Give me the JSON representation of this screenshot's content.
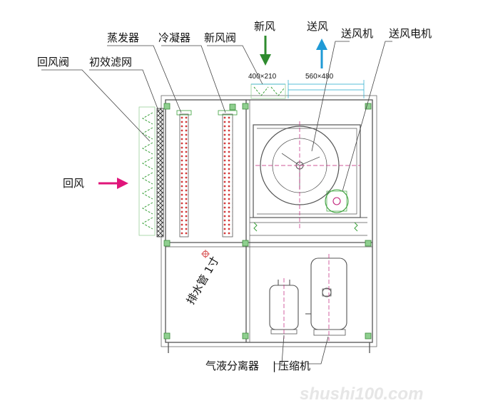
{
  "labels": {
    "evaporator": "蒸发器",
    "condenser": "冷凝器",
    "fresh_air_damper": "新风阀",
    "fresh_air": "新风",
    "supply_air": "送风",
    "supply_fan": "送风机",
    "supply_fan_motor": "送风电机",
    "return_air_damper": "回风阀",
    "primary_filter": "初效滤网",
    "return_air": "回风",
    "drain_pipe": "排水管 1寸",
    "gas_liquid_separator": "气液分离器",
    "compressor": "压缩机"
  },
  "dimensions": {
    "fresh_air_opening": "400×210",
    "supply_air_opening": "560×480"
  },
  "watermark": "shushi100.com",
  "colors": {
    "line": "#555555",
    "fresh_air_arrow": "#2e8b2e",
    "supply_air_arrow": "#1f9ad6",
    "return_air_arrow": "#e0157a",
    "coil_red": "#d23a3a",
    "filter_green": "#3aa03a",
    "bracket_green": "#8fcf8f",
    "dim_cyan": "#22aacc",
    "center_magenta": "#c0207a"
  }
}
